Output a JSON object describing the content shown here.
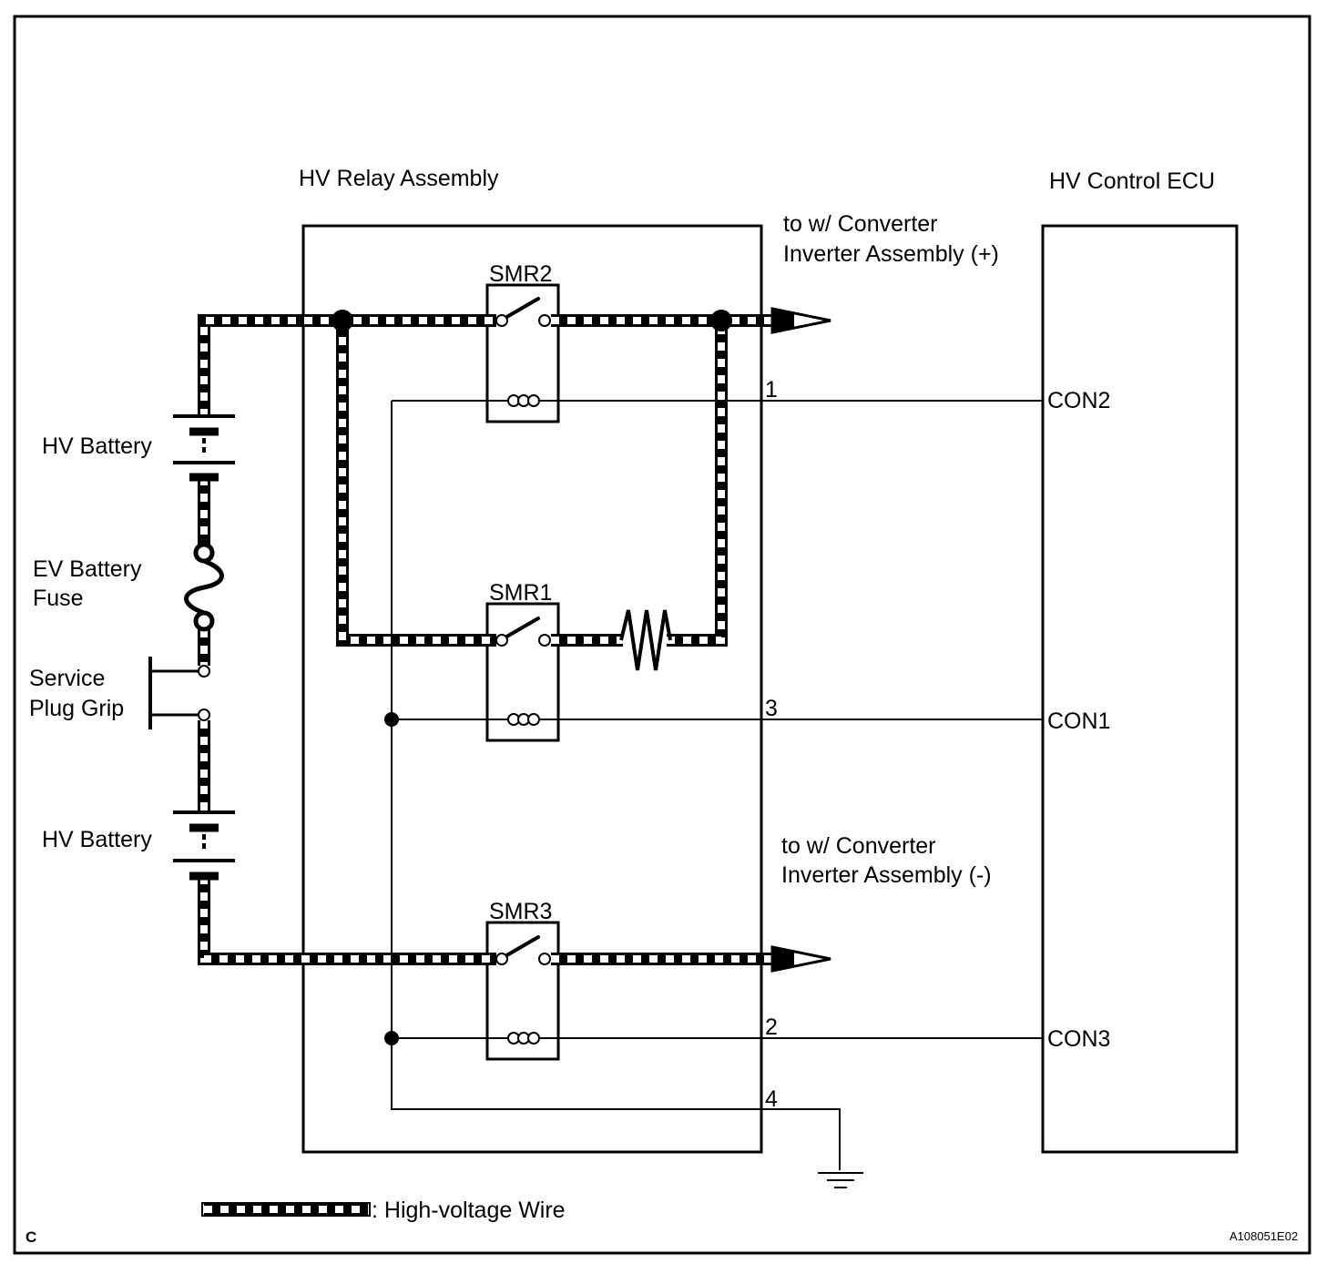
{
  "diagram": {
    "relay_assembly_title": "HV Relay Assembly",
    "ecu_title": "HV Control ECU",
    "output_positive": [
      "to w/ Converter",
      "Inverter Assembly (+)"
    ],
    "output_negative": [
      "to w/ Converter",
      "Inverter Assembly (-)"
    ],
    "relays": {
      "smr2": "SMR2",
      "smr1": "SMR1",
      "smr3": "SMR3"
    },
    "terminals": {
      "t1": "1",
      "t2": "2",
      "t3": "3",
      "t4": "4"
    },
    "ecu_pins": {
      "con2": "CON2",
      "con1": "CON1",
      "con3": "CON3"
    },
    "components": {
      "battery_upper": "HV Battery",
      "fuse": [
        "EV Battery",
        "Fuse"
      ],
      "service_plug": [
        "Service",
        "Plug Grip"
      ],
      "battery_lower": "HV Battery"
    },
    "legend": ": High-voltage Wire",
    "corner_code": "C",
    "figure_id": "A108051E02"
  }
}
